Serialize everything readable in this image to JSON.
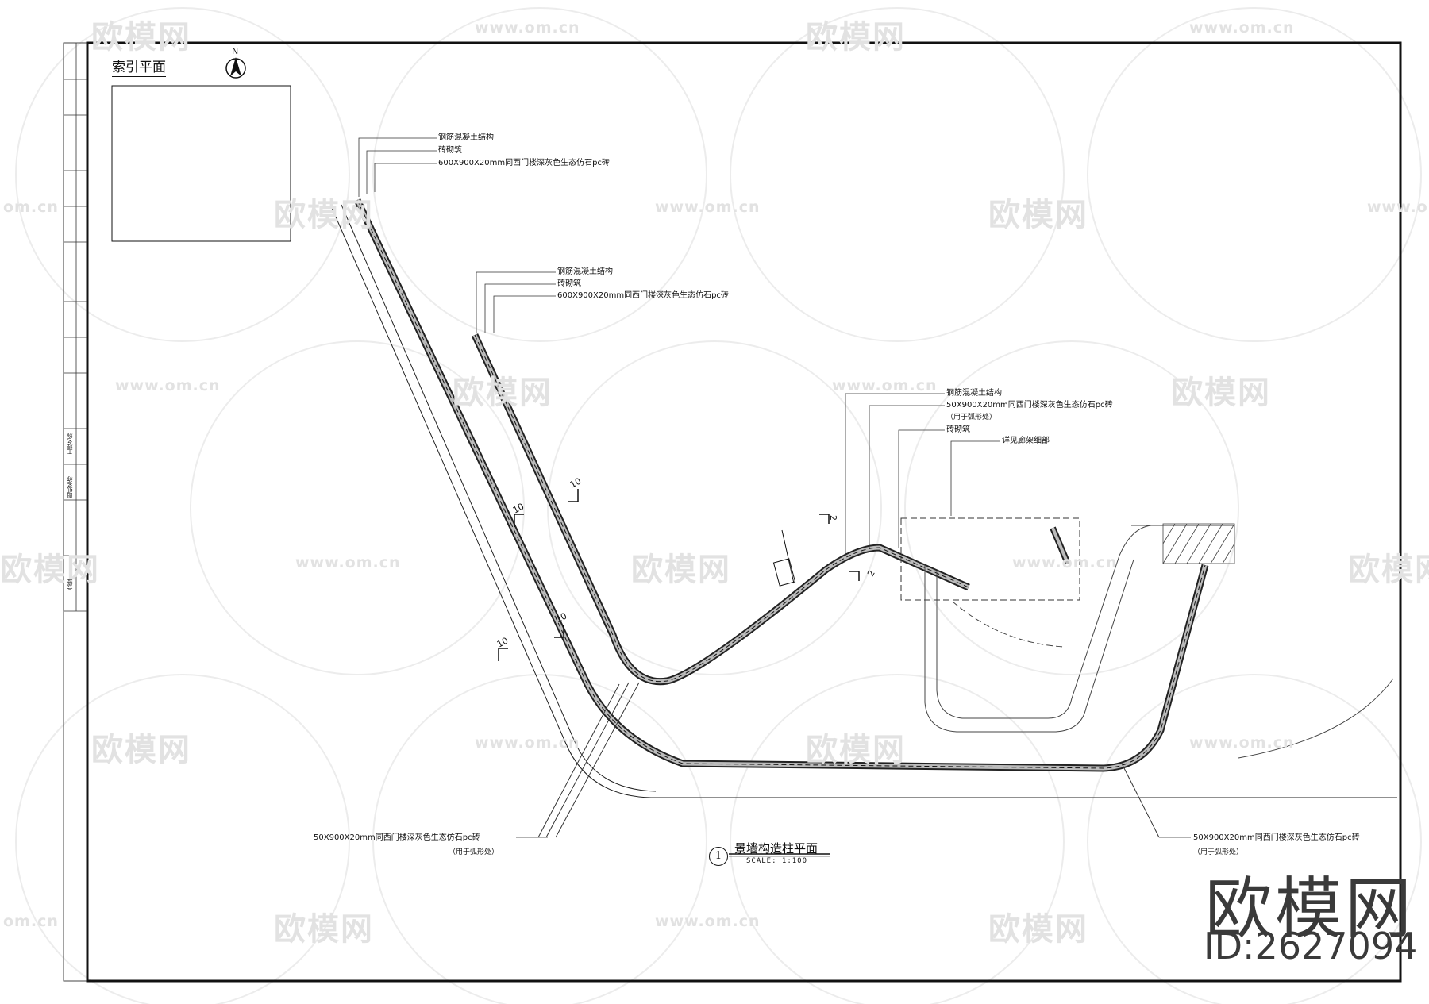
{
  "watermarks": {
    "brand_cn": "欧模网",
    "url": "www.om.cn",
    "url_partial": "om.cn"
  },
  "index_plan": {
    "title": "索引平面",
    "north_label": "N"
  },
  "callouts": {
    "group_a": {
      "line1": "钢筋混凝土结构",
      "line2": "砖砌筑",
      "line3": "600X900X20mm同西门楼深灰色生态仿石pc砖"
    },
    "group_b": {
      "line1": "钢筋混凝土结构",
      "line2": "砖砌筑",
      "line3": "600X900X20mm同西门楼深灰色生态仿石pc砖"
    },
    "group_c": {
      "line1": "钢筋混凝土结构",
      "line2": "50X900X20mm同西门楼深灰色生态仿石pc砖",
      "line3": "（用于弧形处）",
      "line4": "砖砌筑",
      "line5": "详见廊架细部"
    },
    "bottom_left": {
      "line1": "50X900X20mm同西门楼深灰色生态仿石pc砖",
      "line2": "（用于弧形处）"
    },
    "bottom_right": {
      "line1": "50X900X20mm同西门楼深灰色生态仿石pc砖",
      "line2": "（用于弧形处）"
    }
  },
  "section_marks": {
    "ten": "10",
    "two": "2"
  },
  "drawing_title": {
    "number": "1",
    "name": "景墙构造柱平面",
    "scale": "SCALE:  1:100"
  },
  "title_strip": {
    "text1": "工程名称",
    "text2": "图纸名称",
    "text3": "会签"
  },
  "brand": {
    "name": "欧模网",
    "id": "ID:2627094"
  }
}
